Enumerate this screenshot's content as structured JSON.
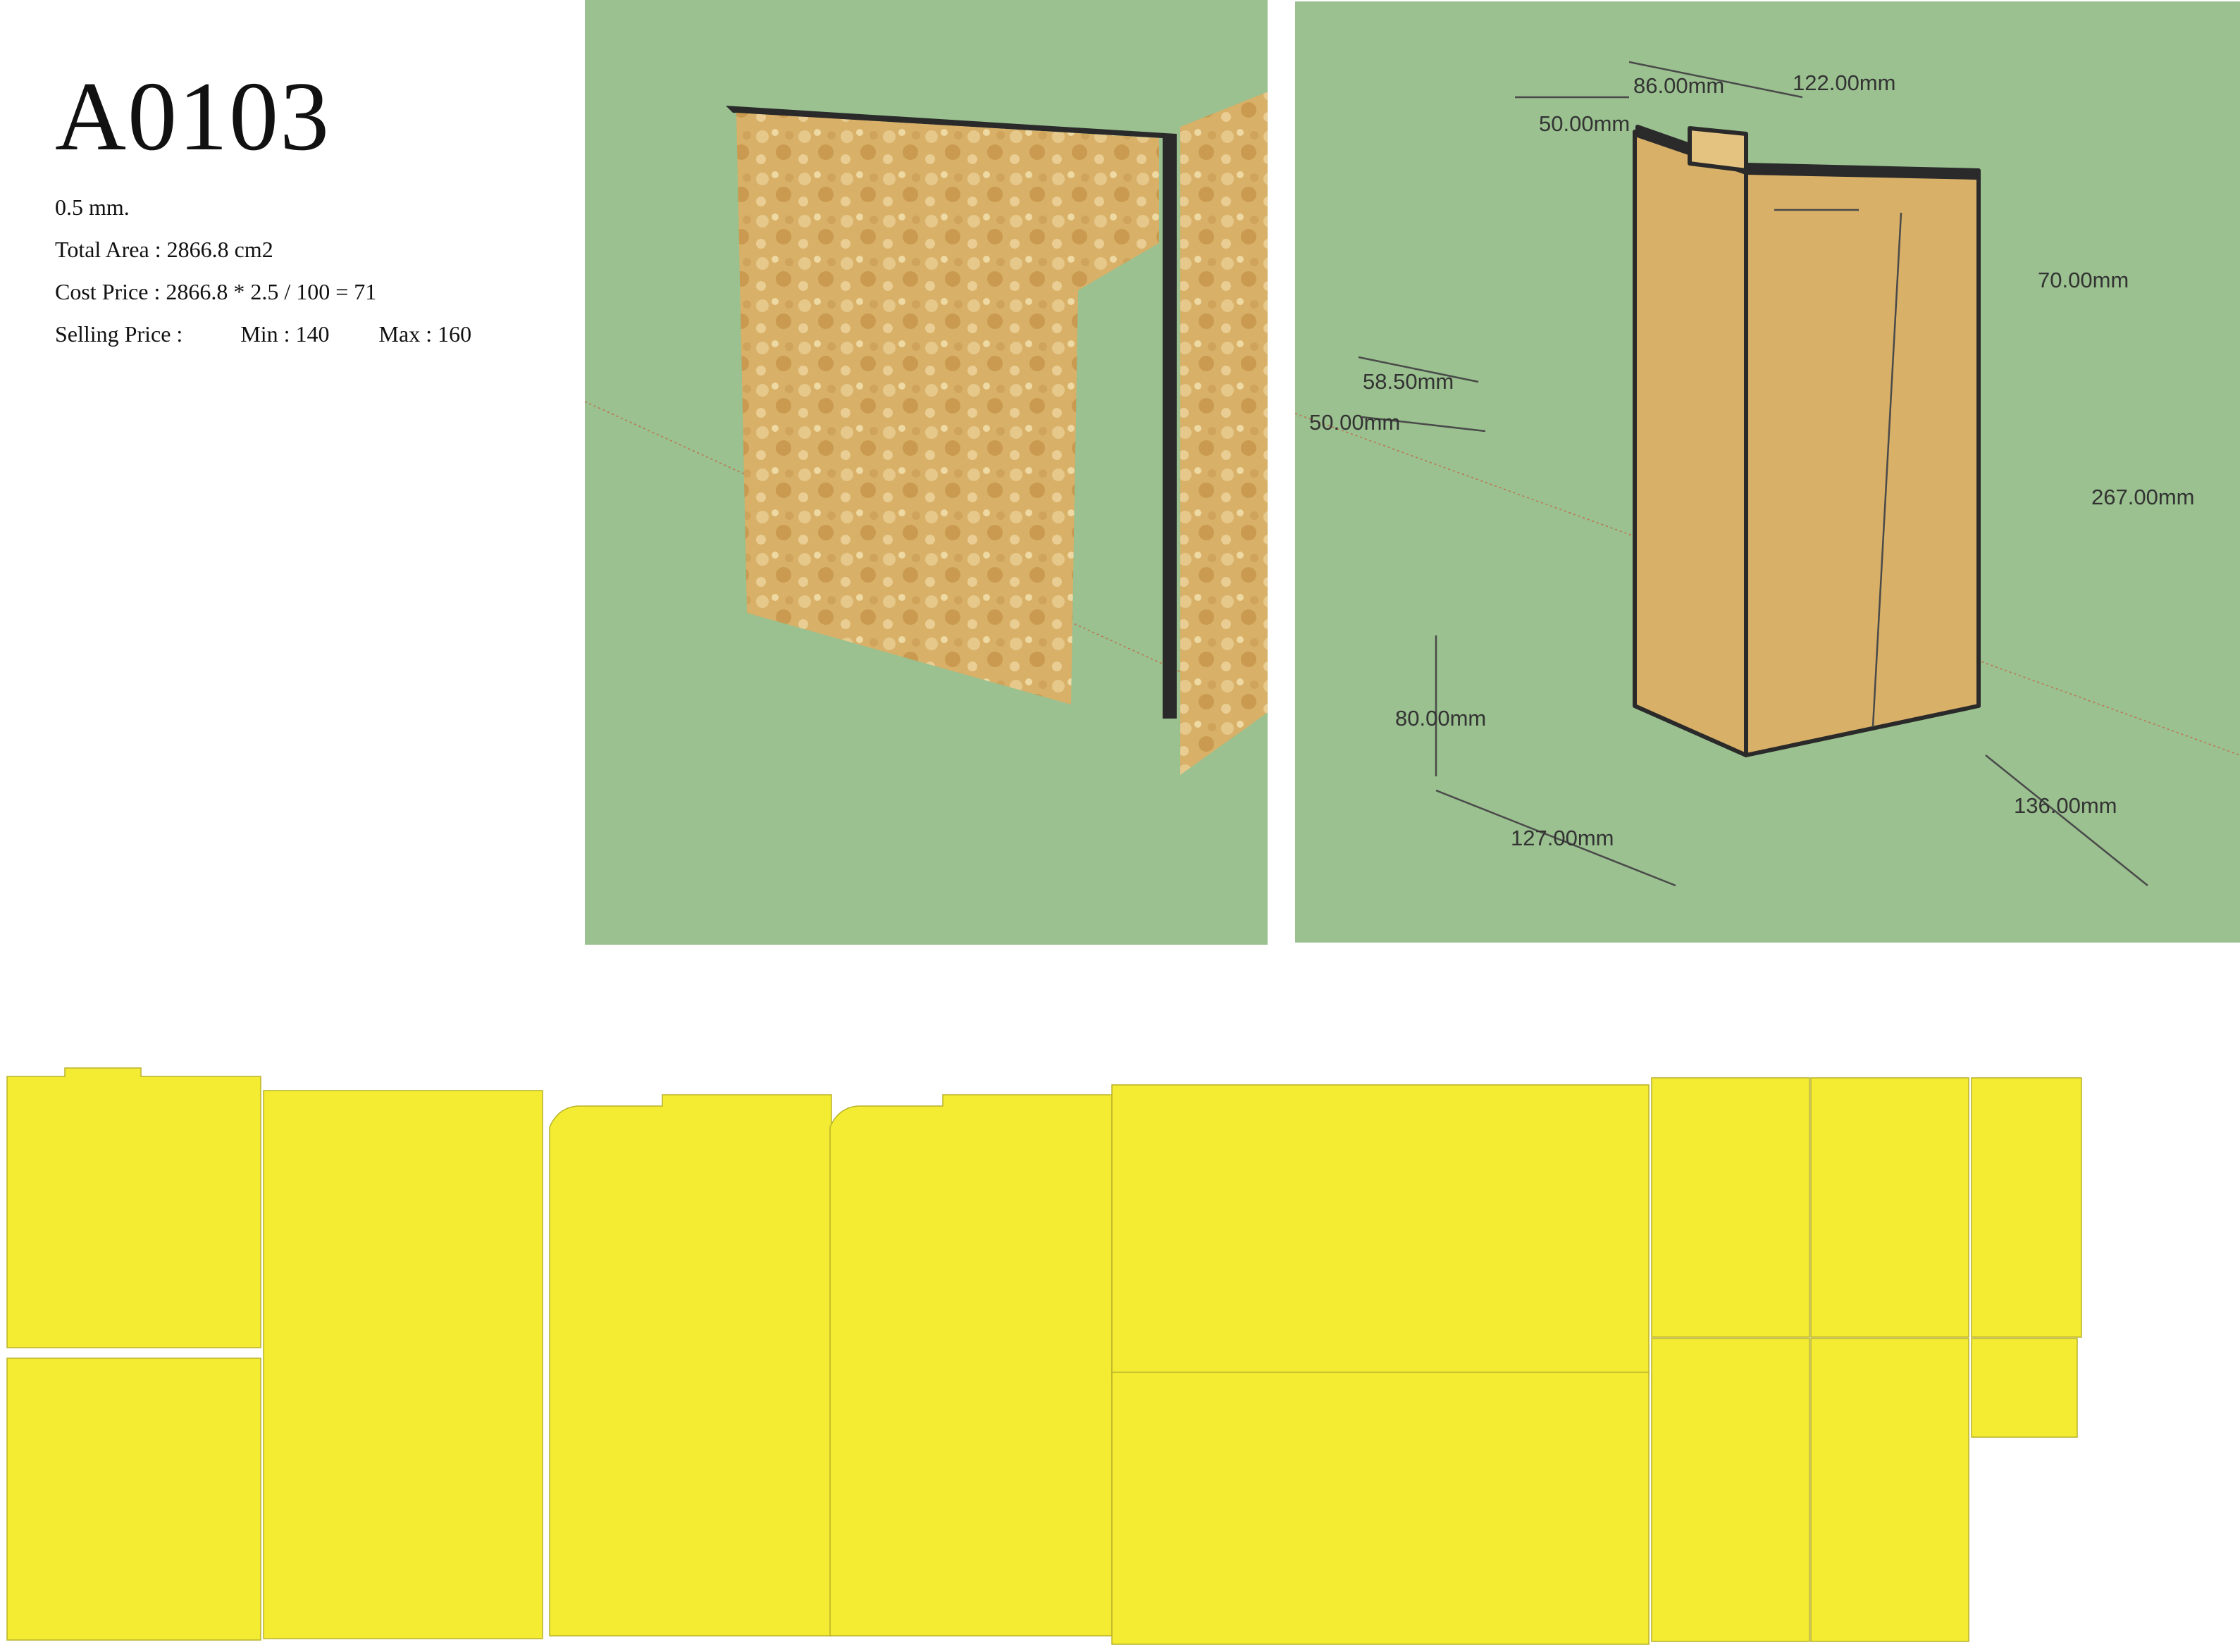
{
  "product": {
    "code": "A0103",
    "thickness": "0.5 mm.",
    "total_area": "Total Area : 2866.8 cm2",
    "cost_price": "Cost Price : 2866.8 * 2.5 / 100 = 71",
    "selling_label": "Selling Price :",
    "selling_min": "Min : 140",
    "selling_max": "Max : 160"
  },
  "dimensions": {
    "d1": "86.00mm",
    "d2": "122.00mm",
    "d3": "50.00mm",
    "d4": "70.00mm",
    "d5": "58.50mm",
    "d6": "50.00mm",
    "d7": "267.00mm",
    "d8": "80.00mm",
    "d9": "136.00mm",
    "d10": "127.00mm"
  },
  "colors": {
    "background_green": "#9ac18f",
    "wood": "#d9b26a",
    "edge": "#2a2a2a",
    "cut_yellow": "#f3ec33",
    "dim_line": "#4a4a4a",
    "label_green": "#29b47a"
  }
}
